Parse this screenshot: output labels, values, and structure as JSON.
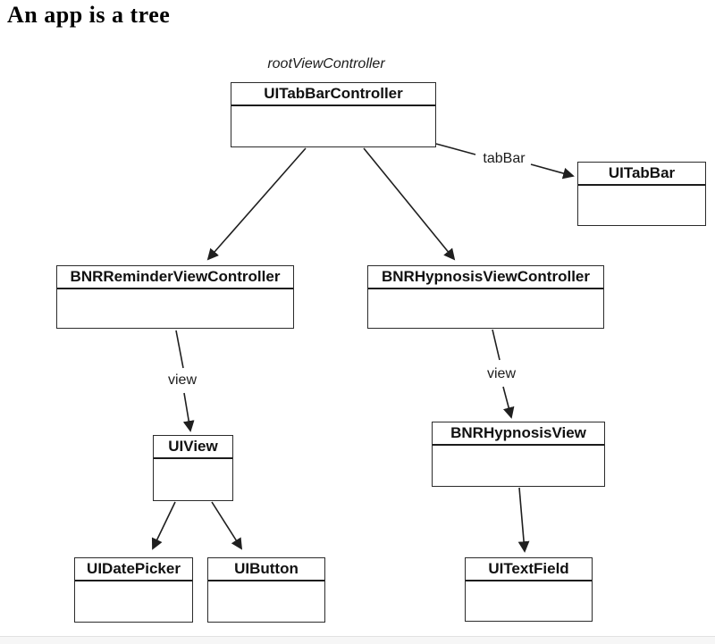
{
  "page": {
    "title": "An app is a tree"
  },
  "diagram": {
    "nodes": [
      {
        "label": "UITabBarController"
      },
      {
        "label": "UITabBar"
      },
      {
        "label": "BNRReminderViewController"
      },
      {
        "label": "BNRHypnosisViewController"
      },
      {
        "label": "UIView"
      },
      {
        "label": "BNRHypnosisView"
      },
      {
        "label": "UIDatePicker"
      },
      {
        "label": "UIButton"
      },
      {
        "label": "UITextField"
      }
    ],
    "annotations": {
      "root_view_controller": "rootViewController",
      "tab_bar": "tabBar",
      "view_left": "view",
      "view_right": "view"
    },
    "colors": {
      "line": "#1f1f1f",
      "box_border": "#2b2b2b",
      "footer_bar": "#f6f6f6"
    }
  }
}
